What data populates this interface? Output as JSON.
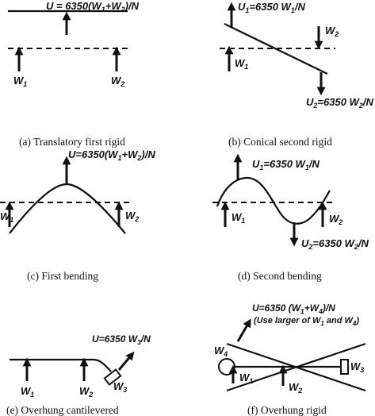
{
  "panels": {
    "a": {
      "caption": "(a)  Translatory first rigid",
      "force": {
        "U": "U",
        "eq": " = 6350(W",
        "s1": "1",
        "plus": "+W",
        "s2": "2",
        "tail": ")/N"
      },
      "w1": {
        "W": "W",
        "sub": "1"
      },
      "w2": {
        "W": "W",
        "sub": "2"
      }
    },
    "b": {
      "caption": "(b)  Conical second rigid",
      "u1": {
        "U": "U",
        "s": "1",
        "eq": "=6350 W",
        "s2": "1",
        "tail": "/N"
      },
      "u2": {
        "U": "U",
        "s": "2",
        "eq": "=6350 W",
        "s2": "2",
        "tail": "/N"
      },
      "w1": {
        "W": "W",
        "sub": "1"
      },
      "w2": {
        "W": "W",
        "sub": "2"
      }
    },
    "c": {
      "caption": "(c)  First bending",
      "force": {
        "U": "U",
        "eq": "=6350(W",
        "s1": "1",
        "plus": "+W",
        "s2": "2",
        "tail": ")/N"
      },
      "w1": {
        "W": "W",
        "sub": "1"
      },
      "w2": {
        "W": "W",
        "sub": "2"
      }
    },
    "d": {
      "caption": "(d)  Second bending",
      "u1": {
        "U": "U",
        "s": "1",
        "eq": "=6350 W",
        "s2": "1",
        "tail": "/N"
      },
      "u2": {
        "U": "U",
        "s": "2",
        "eq": "=6350 W",
        "s2": "2",
        "tail": "/N"
      },
      "w1": {
        "W": "W",
        "sub": "1"
      },
      "w2": {
        "W": "W",
        "sub": "2"
      }
    },
    "e": {
      "caption": "(e)  Overhung cantilevered",
      "force": {
        "U": "U",
        "eq": "=6350 W",
        "s": "3",
        "tail": "/N"
      },
      "w1": {
        "W": "W",
        "sub": "1"
      },
      "w2": {
        "W": "W",
        "sub": "2"
      },
      "w3": {
        "W": "W",
        "sub": "3"
      }
    },
    "f": {
      "caption": "(f)  Overhung rigid",
      "force": {
        "U": "U",
        "eq": "=6350 (W",
        "s1": "1",
        "plus": "+W",
        "s2": "4",
        "tail": ")/N"
      },
      "note": {
        "pre": "(Use larger of W",
        "s1": "1",
        "mid": " and W",
        "s2": "4",
        "tail": ")"
      },
      "w1": {
        "W": "W",
        "sub": "1"
      },
      "w2": {
        "W": "W",
        "sub": "2"
      },
      "w3": {
        "W": "W",
        "sub": "3"
      },
      "w4": {
        "W": "W",
        "sub": "4"
      }
    }
  }
}
